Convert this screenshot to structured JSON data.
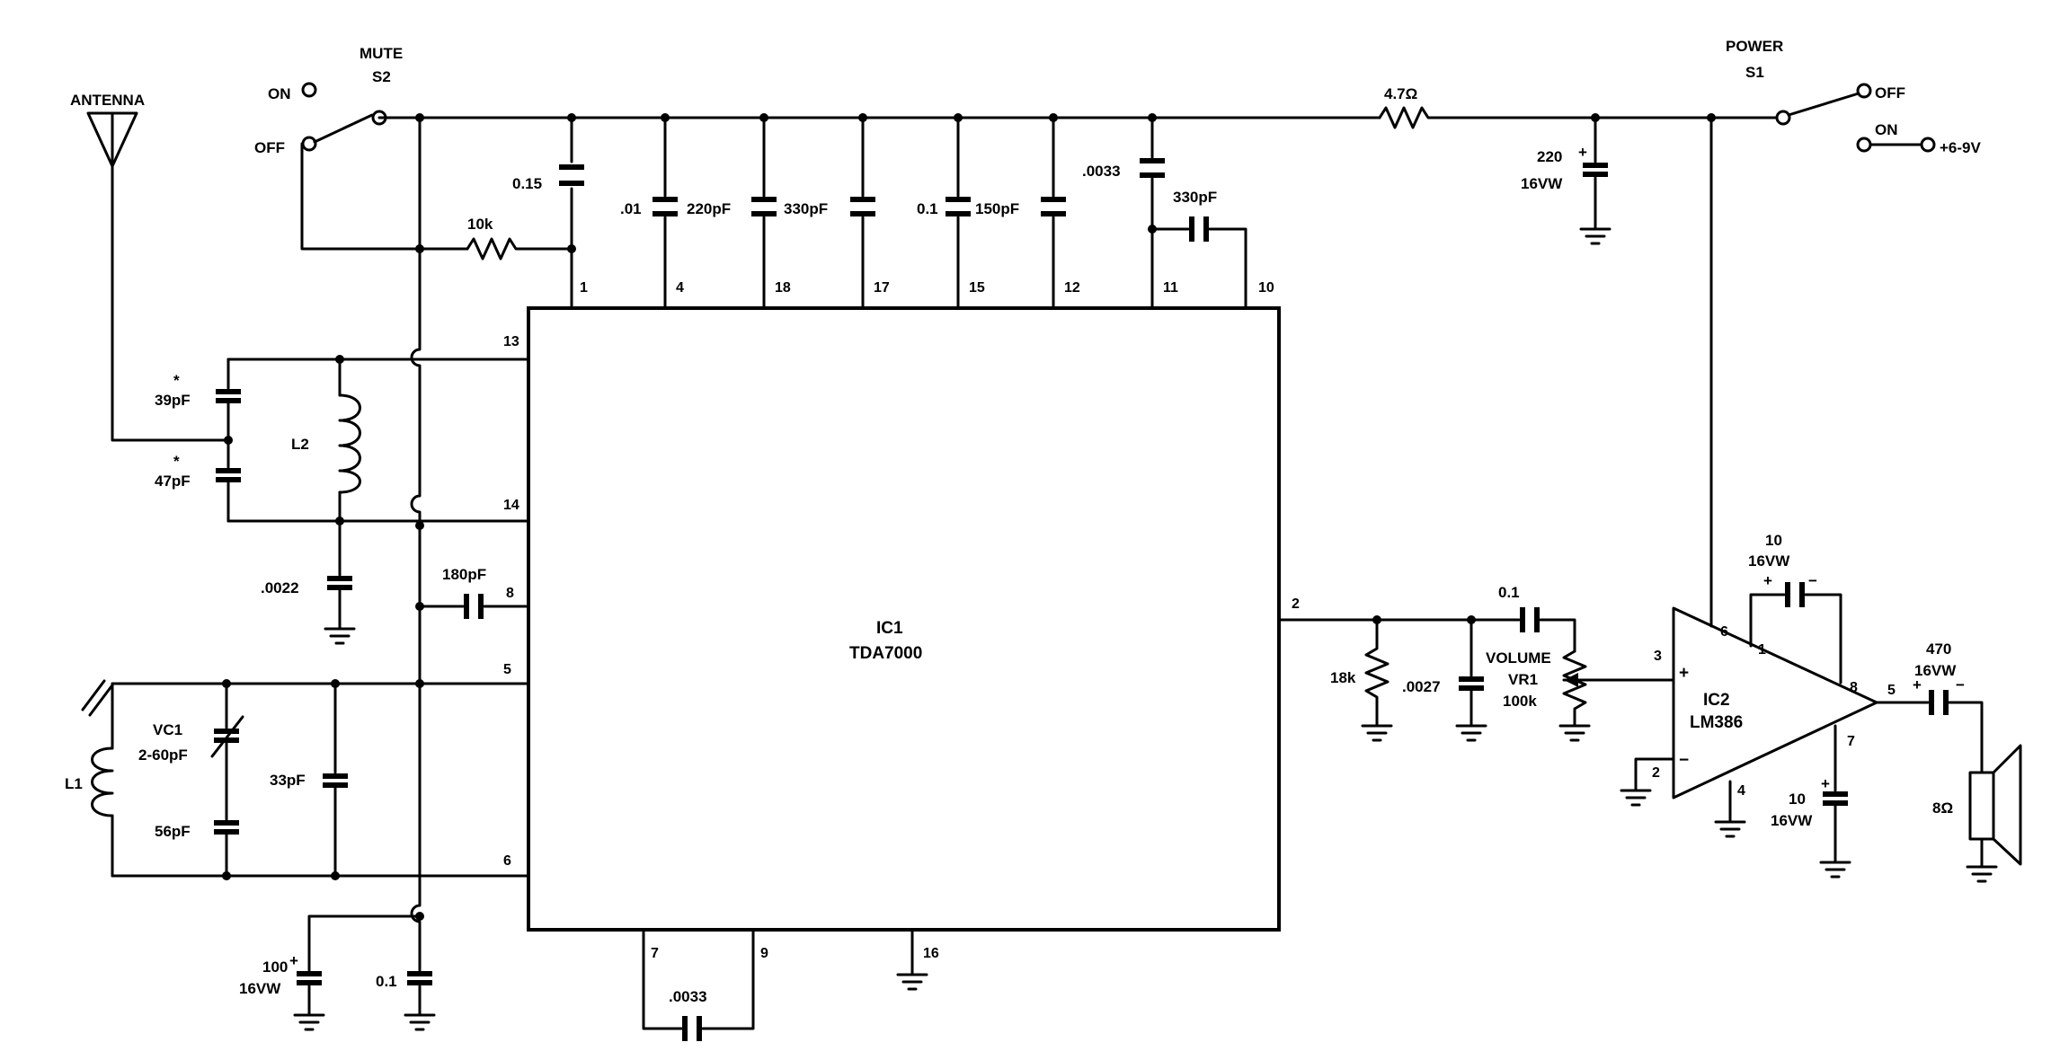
{
  "ic1": {
    "ref": "IC1",
    "part": "TDA7000",
    "pins": [
      "1",
      "4",
      "18",
      "17",
      "15",
      "12",
      "11",
      "10",
      "13",
      "14",
      "8",
      "5",
      "6",
      "7",
      "9",
      "16",
      "2"
    ]
  },
  "ic2": {
    "ref": "IC2",
    "part": "LM386",
    "plus": "+",
    "minus": "−",
    "pins": [
      "6",
      "1",
      "8",
      "3",
      "2",
      "4",
      "7",
      "5"
    ]
  },
  "switches": {
    "mute": {
      "name": "MUTE",
      "ref": "S2",
      "on": "ON",
      "off": "OFF"
    },
    "power": {
      "name": "POWER",
      "ref": "S1",
      "on": "ON",
      "off": "OFF",
      "supply": "+6-9V"
    }
  },
  "antenna": "ANTENNA",
  "labels": {
    "r_10k": "10k",
    "c_015": "0.15",
    "c_01": ".01",
    "c_220pf": "220pF",
    "c_330pf_a": "330pF",
    "c_0_1_top": "0.1",
    "c_150pf": "150pF",
    "c_0033_top": ".0033",
    "c_330pf_b": "330pF",
    "r_4_7": "4.7Ω",
    "c_220": "220",
    "c_220_v": "16VW",
    "star": "*",
    "c_39pf": "39pF",
    "c_47pf": "47pF",
    "l2": "L2",
    "c_0022": ".0022",
    "c_180pf": "180pF",
    "l1": "L1",
    "vc1": "VC1",
    "vc1_range": "2-60pF",
    "c_56pf": "56pF",
    "c_33pf": "33pF",
    "c_100": "100",
    "c_100_v": "16VW",
    "c_01_bottom": "0.1",
    "c_0033_bottom": ".0033",
    "r_18k": "18k",
    "c_0027": ".0027",
    "c_01_volume": "0.1",
    "volume": "VOLUME",
    "vr1": "VR1",
    "vr1_val": "100k",
    "c_10_top": "10",
    "c_10_top_v": "16VW",
    "c_10_bot": "10",
    "c_10_bot_v": "16VW",
    "c_470": "470",
    "c_470_v": "16VW",
    "speaker": "8Ω"
  }
}
